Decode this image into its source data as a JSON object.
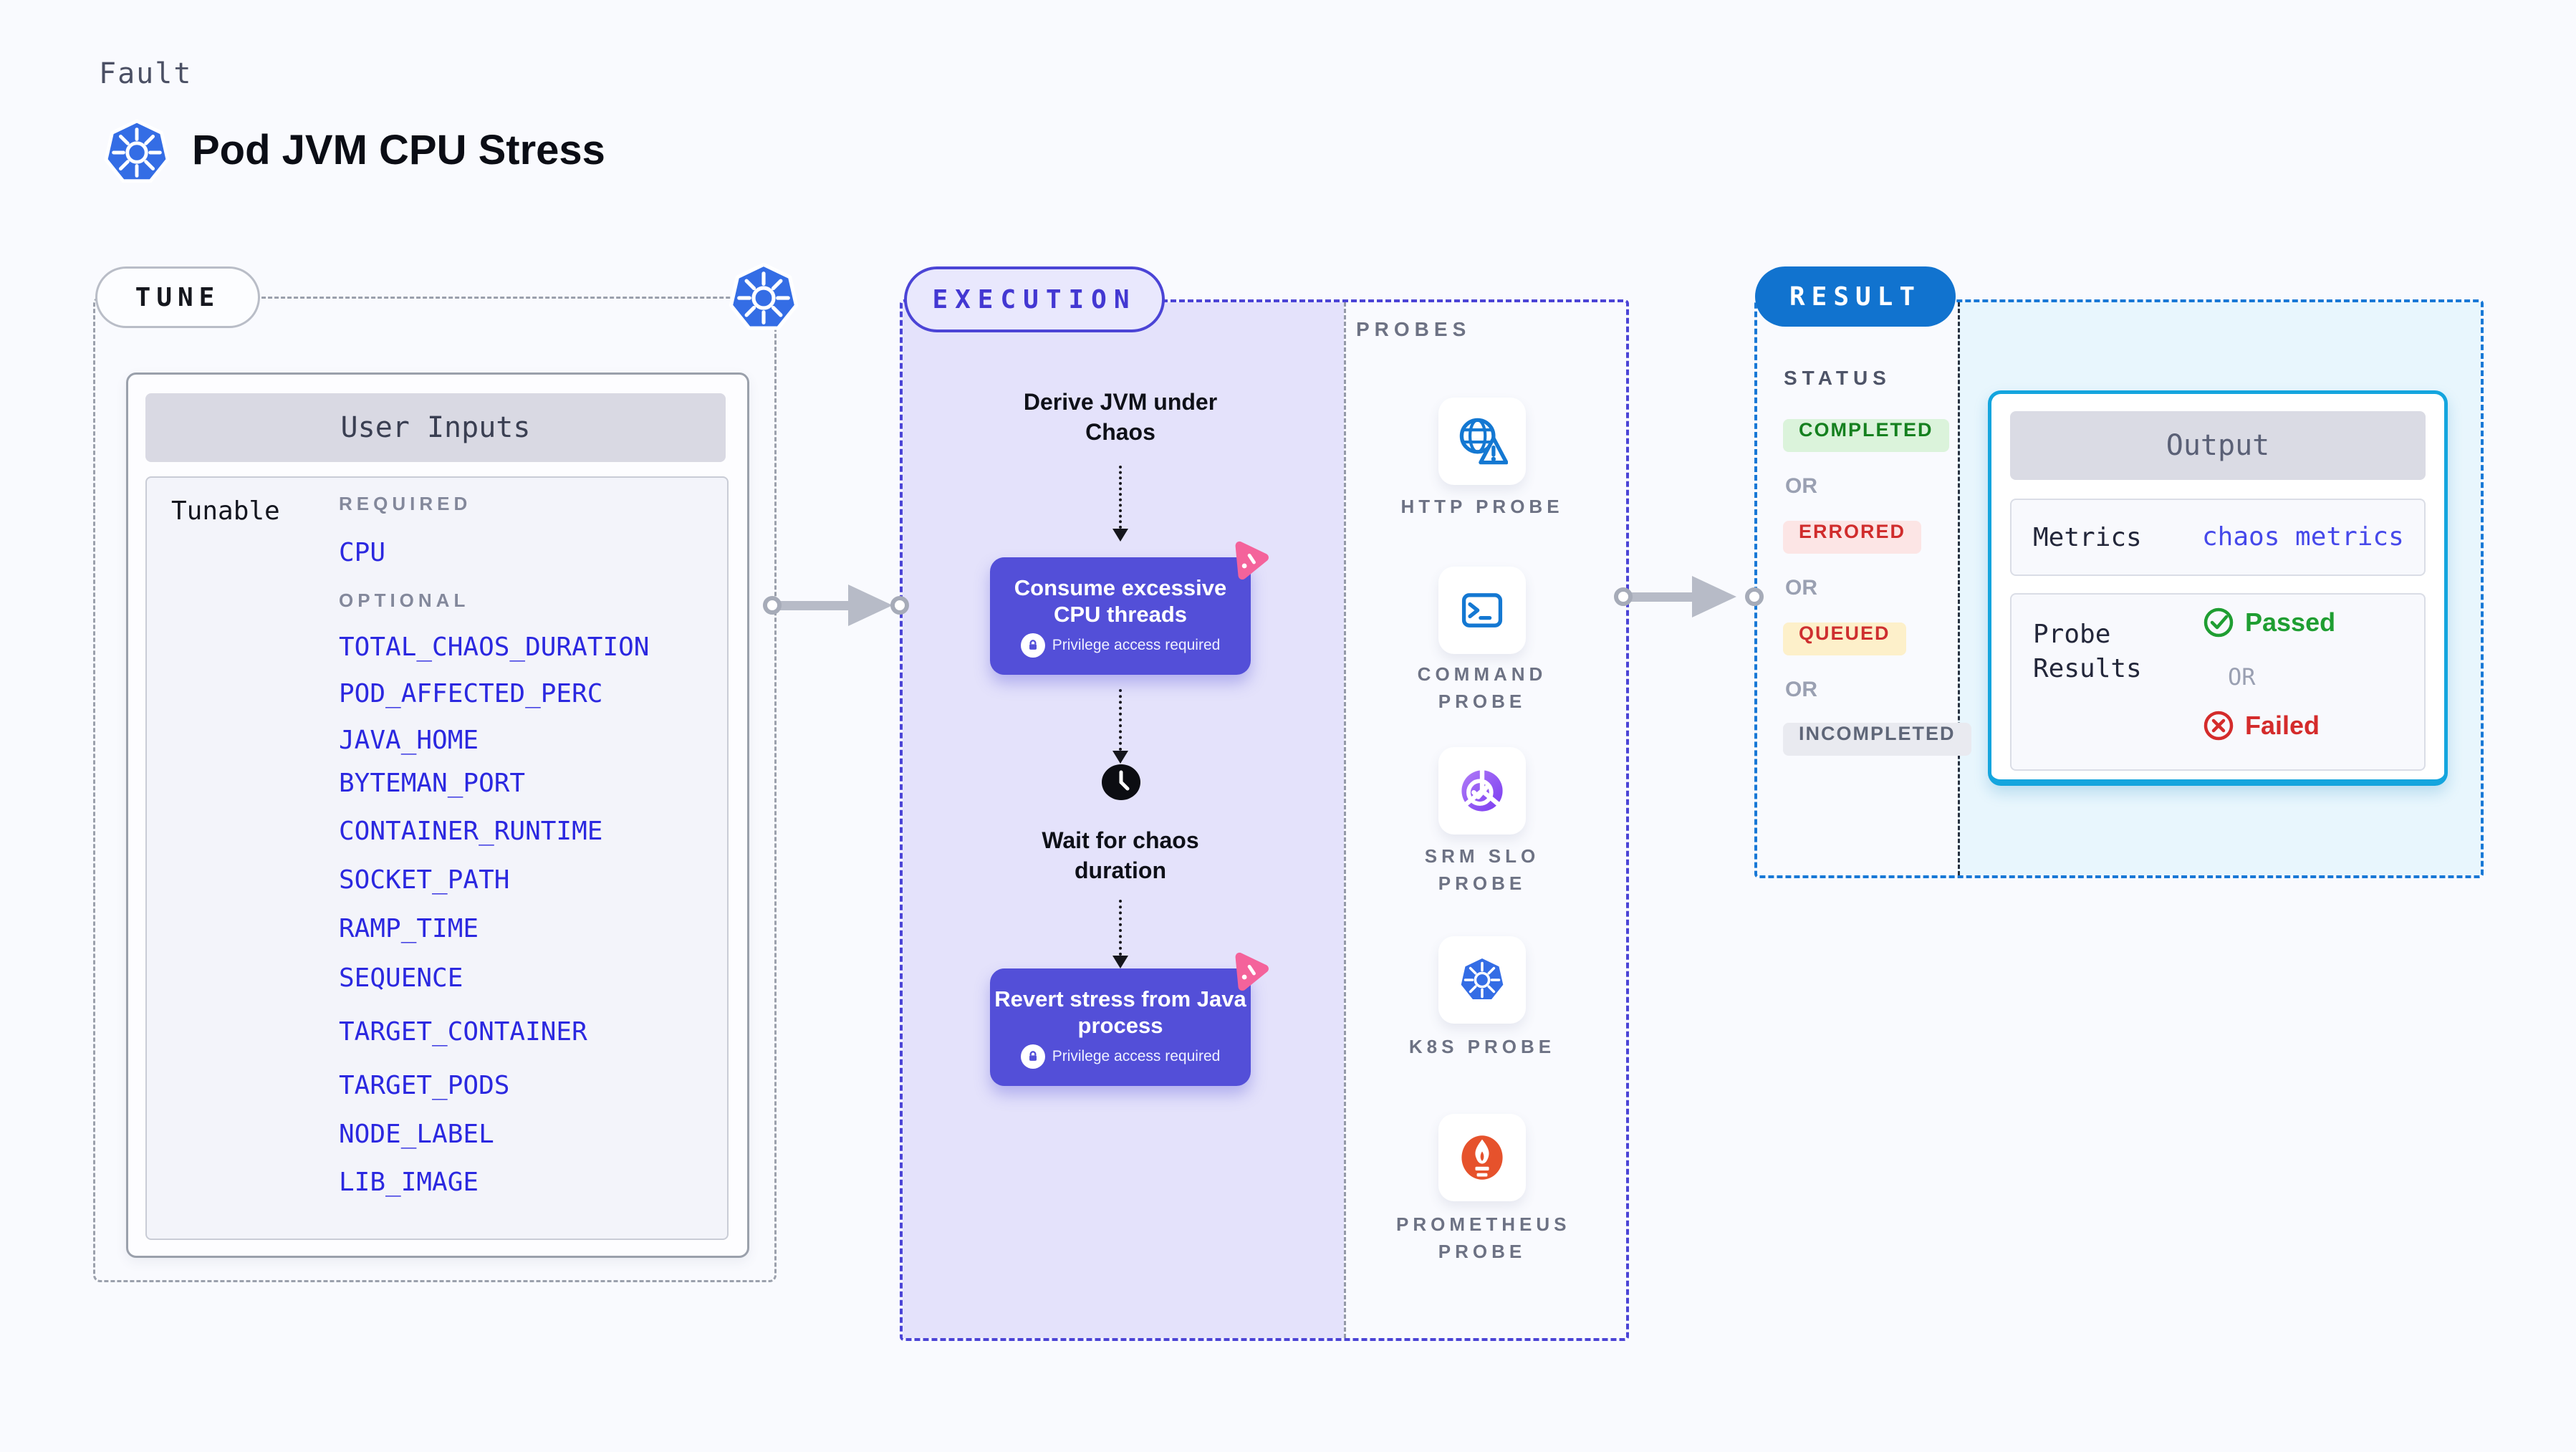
{
  "header": {
    "kicker": "Fault",
    "title": "Pod JVM CPU Stress"
  },
  "tune": {
    "pill": "TUNE",
    "card_title": "User Inputs",
    "row_label": "Tunable",
    "required_label": "REQUIRED",
    "optional_label": "OPTIONAL",
    "required_params": [
      "CPU"
    ],
    "optional_params": [
      "TOTAL_CHAOS_DURATION",
      "POD_AFFECTED_PERC",
      "JAVA_HOME",
      "BYTEMAN_PORT",
      "CONTAINER_RUNTIME",
      "SOCKET_PATH",
      "RAMP_TIME",
      "SEQUENCE",
      "TARGET_CONTAINER",
      "TARGET_PODS",
      "NODE_LABEL",
      "LIB_IMAGE"
    ]
  },
  "execution": {
    "pill": "EXECUTION",
    "steps": {
      "derive": "Derive JVM under Chaos",
      "consume": "Consume excessive CPU threads",
      "wait": "Wait for chaos duration",
      "revert": "Revert stress from Java process"
    },
    "privilege_note": "Privilege access required"
  },
  "probes": {
    "label": "PROBES",
    "items": [
      {
        "name": "HTTP PROBE",
        "icon": "globe-warning-icon"
      },
      {
        "name": "COMMAND PROBE",
        "icon": "terminal-icon"
      },
      {
        "name": "SRM SLO PROBE",
        "icon": "slo-donut-check-icon"
      },
      {
        "name": "K8S PROBE",
        "icon": "kubernetes-icon"
      },
      {
        "name": "PROMETHEUS PROBE",
        "icon": "prometheus-flame-icon"
      }
    ]
  },
  "result": {
    "pill": "RESULT",
    "status_label": "STATUS",
    "or_label": "OR",
    "statuses": [
      {
        "label": "COMPLETED",
        "bg": "#dbf3db",
        "color": "#15801f"
      },
      {
        "label": "ERRORED",
        "bg": "#fce5e5",
        "color": "#d02c2c"
      },
      {
        "label": "QUEUED",
        "bg": "#fdf0ca",
        "color": "#ce2f2f"
      },
      {
        "label": "INCOMPLETED",
        "bg": "#e9eaf0",
        "color": "#5f6678"
      }
    ],
    "output": {
      "title": "Output",
      "metrics_label": "Metrics",
      "metrics_value": "chaos metrics",
      "probe_results_label": "Probe Results",
      "passed_label": "Passed",
      "or_label": "OR",
      "failed_label": "Failed"
    }
  },
  "colors": {
    "background": "#f9fafe",
    "kubernetes_blue": "#346de5",
    "execution_indigo": "#4b44d6",
    "execution_lavender": "#e4e2fb",
    "action_purple": "#534fd8",
    "litmus_pink": "#f4639b",
    "result_blue": "#1173cf",
    "output_cyan": "#14a5de",
    "passed_green": "#1f9e32",
    "failed_red": "#d42b2b",
    "param_blue": "#2b28e0",
    "prometheus_orange": "#e6522c"
  }
}
